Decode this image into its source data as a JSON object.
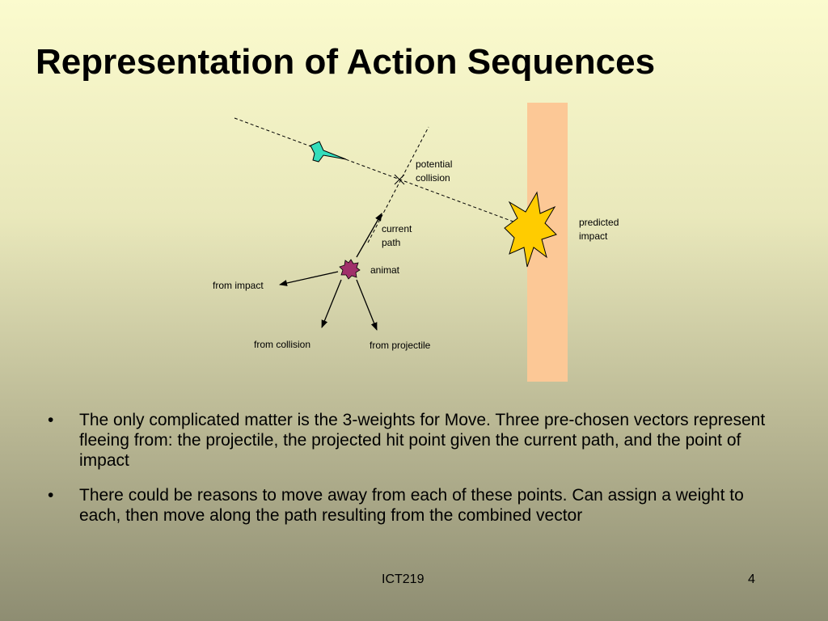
{
  "slide": {
    "title": "Representation of Action Sequences",
    "footer_center": "ICT219",
    "page_number": "4"
  },
  "diagram": {
    "labels": {
      "potential_collision_line1": "potential",
      "potential_collision_line2": "collision",
      "predicted_impact_line1": "predicted",
      "predicted_impact_line2": "impact",
      "current_path_line1": "current",
      "current_path_line2": "path",
      "animat": "animat",
      "from_impact": "from impact",
      "from_collision": "from collision",
      "from_projectile": "from projectile"
    },
    "colors": {
      "wall": "#fcc896",
      "explosion": "#ffcc00",
      "projectile": "#33ddbb",
      "animat": "#a0306a"
    }
  },
  "bullets": [
    {
      "bullet": "•",
      "text": "The only complicated matter is the 3-weights for Move. Three pre-chosen vectors represent fleeing from: the projectile, the projected hit point given the current path, and the point of impact"
    },
    {
      "bullet": "•",
      "text": "There could be reasons to move away from each of these points. Can assign a weight to each, then move along the path resulting from the combined vector"
    }
  ]
}
